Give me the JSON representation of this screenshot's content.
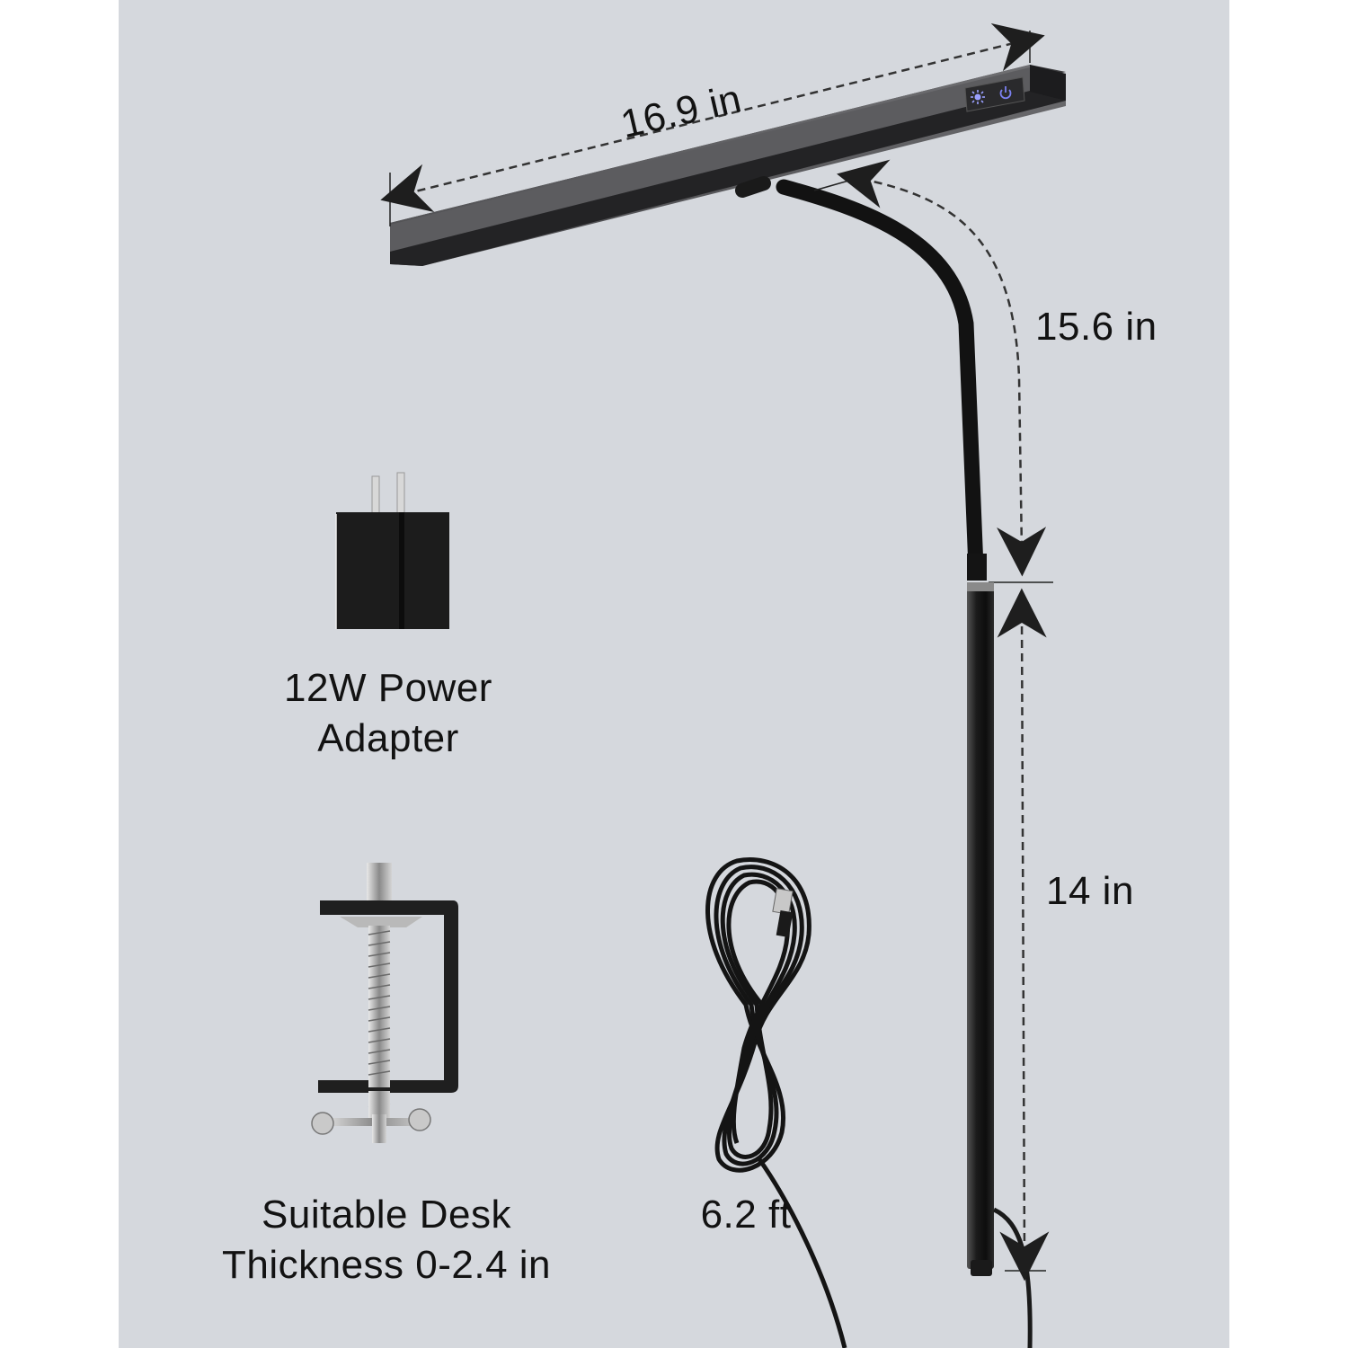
{
  "image": {
    "type": "product-dimension-infographic",
    "background_outer": "#ffffff",
    "background_panel": "#d5d8dd"
  },
  "lamp": {
    "name": "LED light bar desk lamp",
    "controls": [
      {
        "icon": "brightness-icon",
        "color": "#8f93ff"
      },
      {
        "icon": "power-icon",
        "color": "#6f73e6"
      }
    ],
    "body_color": "#2f2f31"
  },
  "dimensions": {
    "bar_length": "16.9 in",
    "gooseneck_length": "15.6 in",
    "pole_length": "14 in"
  },
  "accessories": [
    {
      "id": "power-adapter",
      "label_lines": [
        "12W Power",
        "Adapter"
      ]
    },
    {
      "id": "desk-clamp",
      "label_lines": [
        "Suitable Desk",
        "Thickness 0-2.4 in"
      ]
    },
    {
      "id": "usb-cable",
      "label_lines": [
        "6.2 ft"
      ]
    }
  ]
}
